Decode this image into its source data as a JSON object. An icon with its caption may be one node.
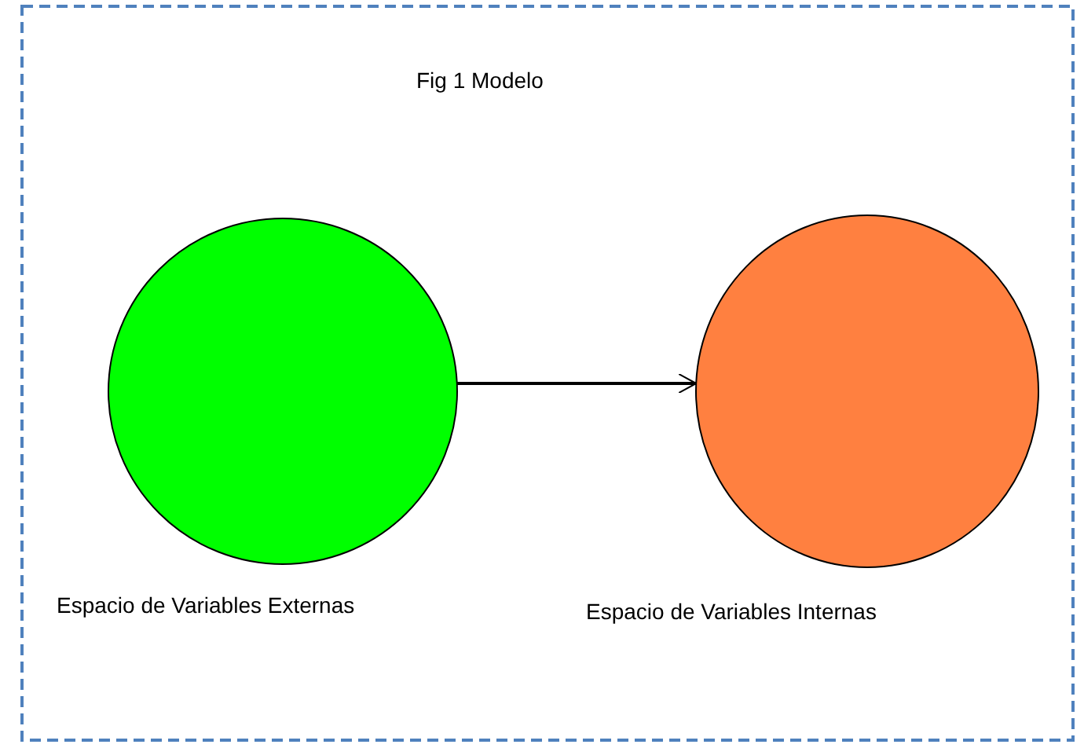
{
  "diagram": {
    "title": "Fig 1 Modelo",
    "nodes": [
      {
        "text": [],
        "shape": "circle",
        "beside": [
          "Espacio de Variables Externas"
        ]
      },
      {
        "text": [],
        "shape": "circle",
        "beside": [
          "Espacio de Variables Internas"
        ]
      }
    ],
    "edges": [
      {
        "from": 0,
        "to": 1,
        "arrow": "to"
      }
    ]
  }
}
